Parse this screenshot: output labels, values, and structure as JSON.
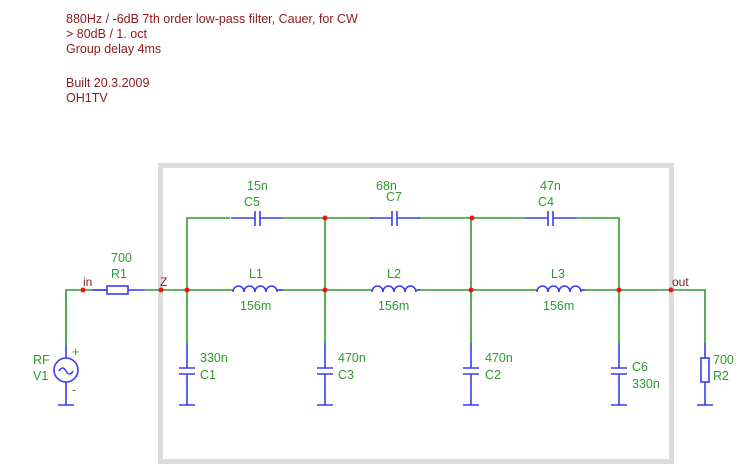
{
  "notes": {
    "line1": "880Hz / -6dB 7th order low-pass filter, Cauer, for CW",
    "line2": "> 80dB / 1. oct",
    "line3": "Group delay 4ms",
    "line4": "Built 20.3.2009",
    "line5": "OH1TV"
  },
  "nodes": {
    "in": "in",
    "z": "Z",
    "out": "out"
  },
  "components": {
    "V1": {
      "name": "V1",
      "value": "RF",
      "plus": "+",
      "minus": "-"
    },
    "R1": {
      "name": "R1",
      "value": "700"
    },
    "R2": {
      "name": "R2",
      "value": "700"
    },
    "C1": {
      "name": "C1",
      "value": "330n"
    },
    "C2": {
      "name": "C2",
      "value": "470n"
    },
    "C3": {
      "name": "C3",
      "value": "470n"
    },
    "C4": {
      "name": "C4",
      "value": "47n"
    },
    "C5": {
      "name": "C5",
      "value": "15n"
    },
    "C6": {
      "name": "C6",
      "value": "330n"
    },
    "C7": {
      "name": "C7",
      "value": "68n"
    },
    "L1": {
      "name": "L1",
      "value": "156m"
    },
    "L2": {
      "name": "L2",
      "value": "156m"
    },
    "L3": {
      "name": "L3",
      "value": "156m"
    }
  },
  "colors": {
    "wire": "#2e9a2e",
    "component": "#3b3bf0",
    "junction": "#ee1111",
    "note": "#8b1a1a",
    "frame": "#dcdcdc"
  }
}
